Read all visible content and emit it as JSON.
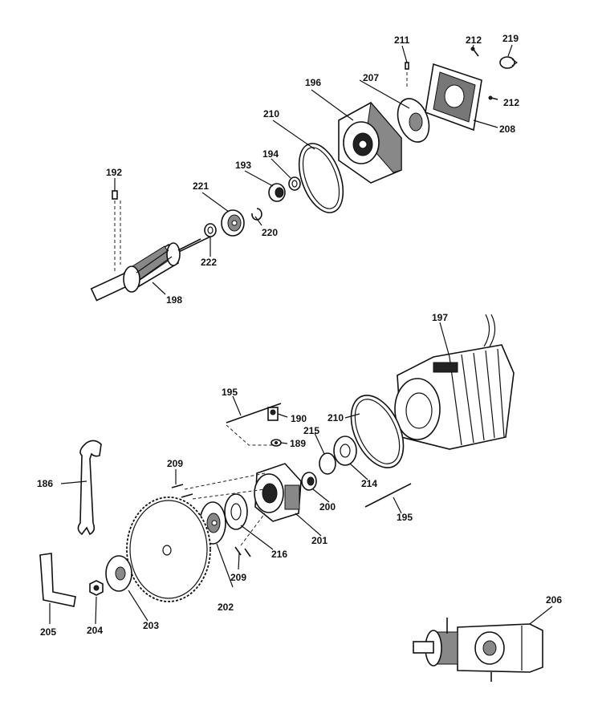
{
  "labels": {
    "l186": "186",
    "l189": "189",
    "l190": "190",
    "l192": "192",
    "l193": "193",
    "l194": "194",
    "l195a": "195",
    "l195b": "195",
    "l196": "196",
    "l197": "197",
    "l198": "198",
    "l200": "200",
    "l201": "201",
    "l202": "202",
    "l203": "203",
    "l204": "204",
    "l205": "205",
    "l206": "206",
    "l207": "207",
    "l208": "208",
    "l209a": "209",
    "l209b": "209",
    "l210a": "210",
    "l210b": "210",
    "l211": "211",
    "l212a": "212",
    "l212b": "212",
    "l214": "214",
    "l215": "215",
    "l216": "216",
    "l219": "219",
    "l220": "220",
    "l221": "221",
    "l222": "222"
  }
}
